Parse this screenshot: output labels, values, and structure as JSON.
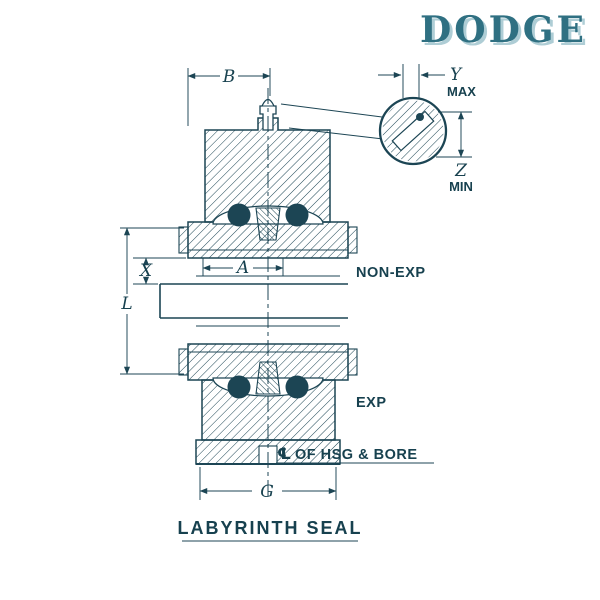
{
  "logo": {
    "letters": [
      "D",
      "O",
      "D",
      "G",
      "E"
    ],
    "color": "#2f7082"
  },
  "dimensions": {
    "top": "B",
    "y": "Y",
    "y_qualifier": "MAX",
    "z": "Z",
    "z_qualifier": "MIN",
    "x": "X",
    "l": "L",
    "a": "A",
    "g": "G"
  },
  "labels": {
    "non_expansion": "NON-EXP",
    "expansion": "EXP",
    "centerline_symbol": "℄",
    "centerline_note": "OF HSG & BORE"
  },
  "title": "LABYRINTH SEAL",
  "colors": {
    "ink": "#1c4554",
    "logo": "#2f7082"
  }
}
